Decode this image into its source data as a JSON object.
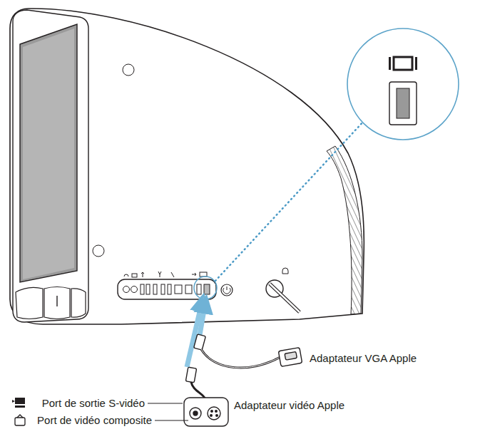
{
  "diagram": {
    "labels": [
      "Adaptateur VGA Apple",
      "Port de sortie S-vidéo",
      "Port de vidéo composite",
      "Adaptateur vidéo Apple"
    ]
  }
}
